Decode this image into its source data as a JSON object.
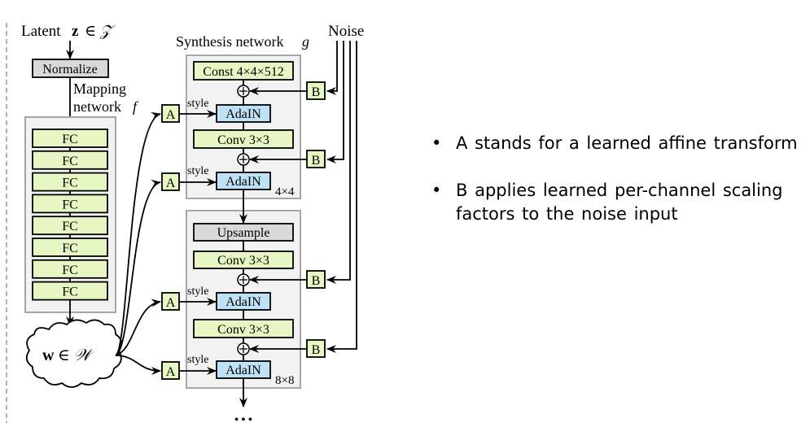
{
  "diagram": {
    "latent_label": "Latent",
    "latent_var": "z",
    "latent_space": "∈ 𝒵",
    "normalize_label": "Normalize",
    "mapping_label_line1": "Mapping",
    "mapping_label_line2": "network",
    "mapping_fn": "f",
    "fc_layers": [
      "FC",
      "FC",
      "FC",
      "FC",
      "FC",
      "FC",
      "FC",
      "FC"
    ],
    "w_var": "w",
    "w_space": "∈ 𝒲",
    "synthesis_label": "Synthesis network",
    "synthesis_fn": "g",
    "noise_label": "Noise",
    "const_label": "Const 4×4×512",
    "conv_label": "Conv 3×3",
    "upsample_label": "Upsample",
    "adain_label": "AdaIN",
    "style_label": "style",
    "affine_label": "A",
    "noise_scale_label": "B",
    "plus_symbol": "+",
    "block1_res": "4×4",
    "block2_res": "8×8",
    "ellipsis": "• • •"
  },
  "colors": {
    "fc_fill": "#e6f7c3",
    "adain_fill": "#bfe1f5",
    "gray_box_fill": "#d9d9d9",
    "panel_fill": "#f2f2f2",
    "panel_border": "#a6a6a6",
    "stroke": "#000000"
  },
  "bullets": [
    {
      "symbol": "•",
      "text": "A stands for a learned affine transform"
    },
    {
      "symbol": "•",
      "text": "B applies learned per-channel scaling factors to the noise input"
    }
  ]
}
